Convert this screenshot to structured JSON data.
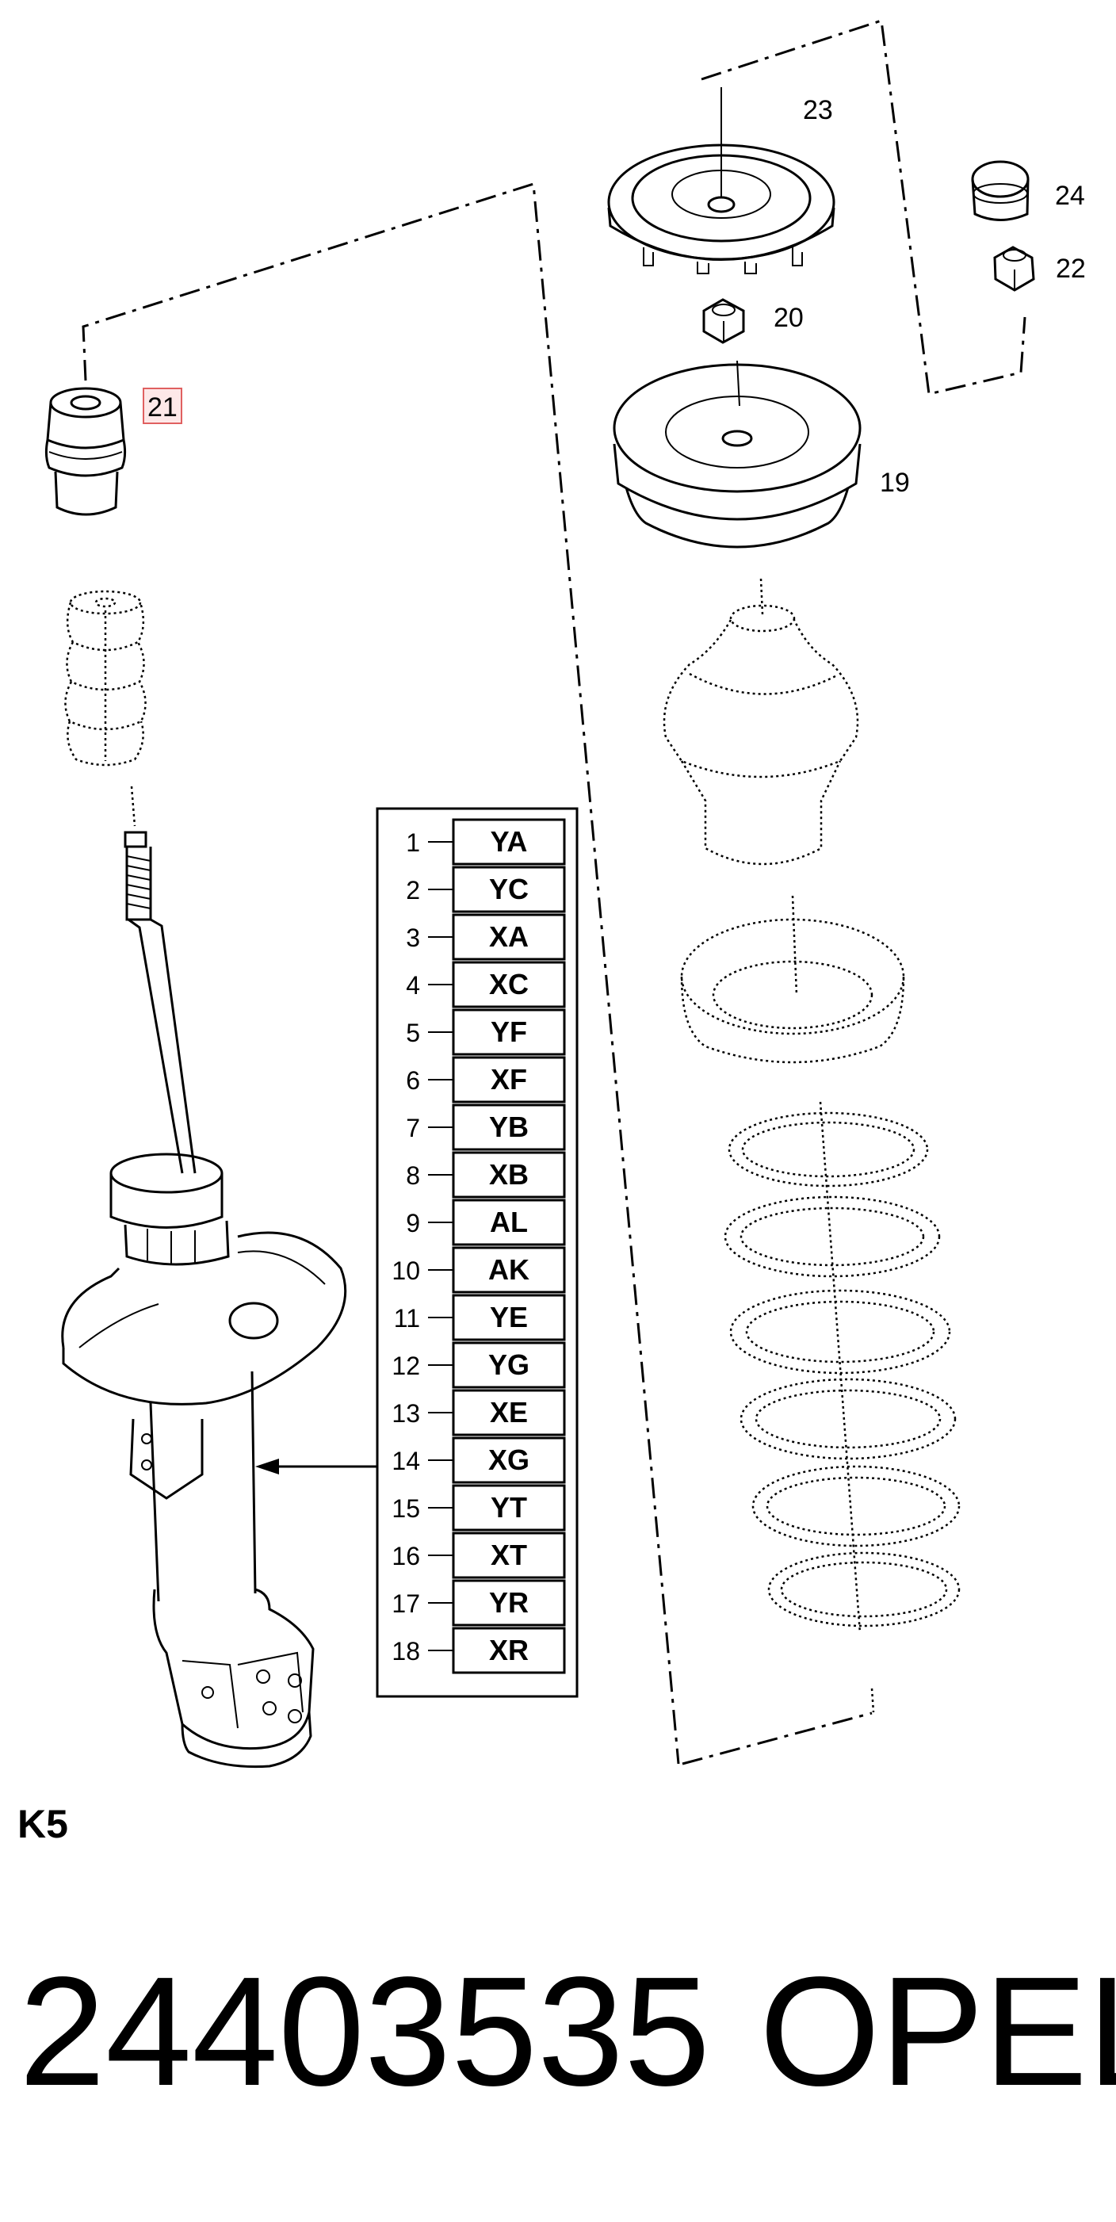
{
  "callouts": {
    "p23": "23",
    "p24": "24",
    "p22": "22",
    "p20": "20",
    "p21": "21",
    "p19": "19"
  },
  "table": {
    "rows": [
      {
        "num": "1",
        "code": "YA"
      },
      {
        "num": "2",
        "code": "YC"
      },
      {
        "num": "3",
        "code": "XA"
      },
      {
        "num": "4",
        "code": "XC"
      },
      {
        "num": "5",
        "code": "YF"
      },
      {
        "num": "6",
        "code": "XF"
      },
      {
        "num": "7",
        "code": "YB"
      },
      {
        "num": "8",
        "code": "XB"
      },
      {
        "num": "9",
        "code": "AL"
      },
      {
        "num": "10",
        "code": "AK"
      },
      {
        "num": "11",
        "code": "YE"
      },
      {
        "num": "12",
        "code": "YG"
      },
      {
        "num": "13",
        "code": "XE"
      },
      {
        "num": "14",
        "code": "XG"
      },
      {
        "num": "15",
        "code": "YT"
      },
      {
        "num": "16",
        "code": "XT"
      },
      {
        "num": "17",
        "code": "YR"
      },
      {
        "num": "18",
        "code": "XR"
      }
    ]
  },
  "section_code": "K5",
  "footer": {
    "part_number": "24403535",
    "brand": "OPEL"
  },
  "colors": {
    "highlight": "#e06060",
    "ink": "#000000",
    "background": "#ffffff"
  }
}
